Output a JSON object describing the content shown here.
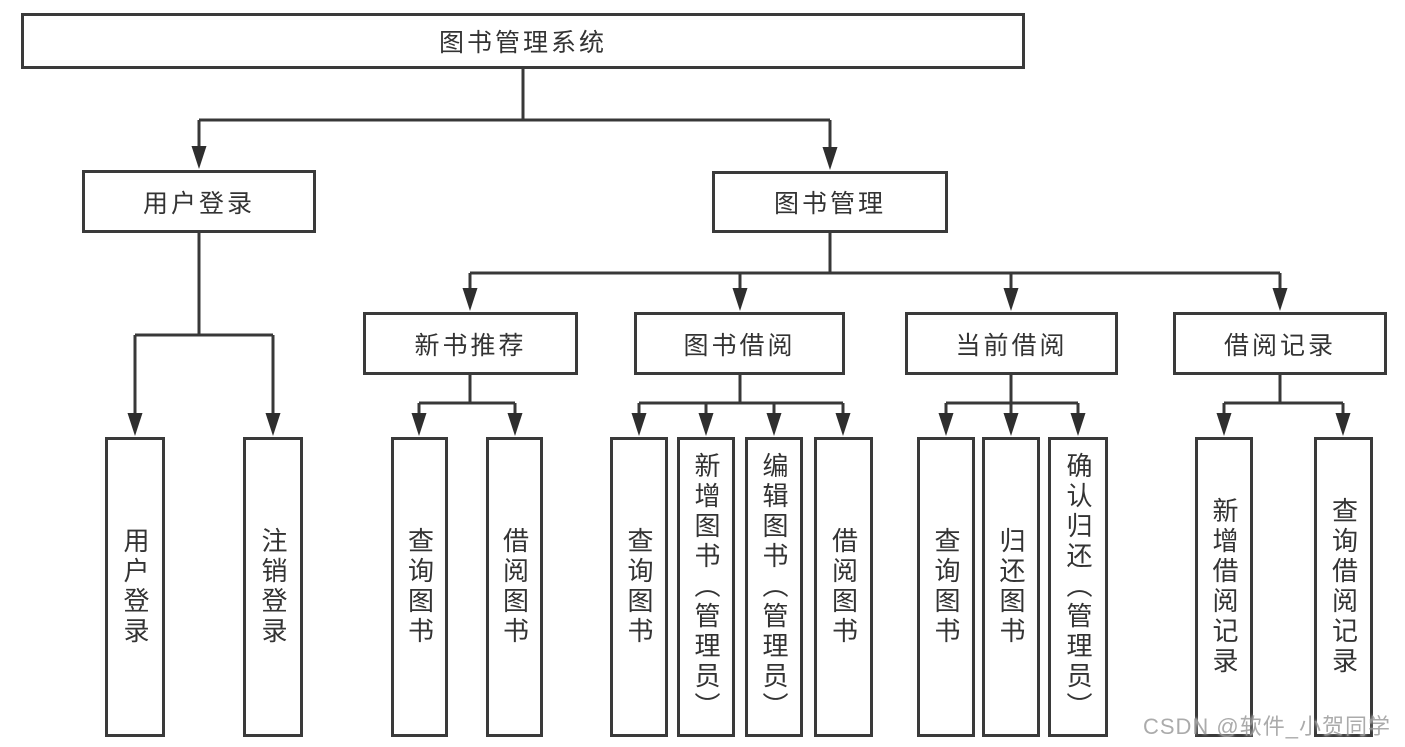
{
  "root_label": "图书管理系统",
  "level2": {
    "user_login": "用户登录",
    "book_mgmt": "图书管理"
  },
  "level3": {
    "new_books": "新书推荐",
    "borrowing": "图书借阅",
    "current": "当前借阅",
    "records": "借阅记录"
  },
  "leaves": {
    "user_login": [
      "用户登录",
      "注销登录"
    ],
    "new_books": [
      "查询图书",
      "借阅图书"
    ],
    "borrowing": [
      "查询图书",
      "新增图书（管理员）",
      "编辑图书（管理员）",
      "借阅图书"
    ],
    "current": [
      "查询图书",
      "归还图书",
      "确认归还（管理员）"
    ],
    "records": [
      "新增借阅记录",
      "查询借阅记录"
    ]
  },
  "watermark": "CSDN @软件_小贺同学",
  "colors": {
    "line": "#383838",
    "arrow": "#2e2e2e",
    "box_border": "#3a3a3a",
    "text": "#333333",
    "watermark": "#969696",
    "background": "#ffffff"
  }
}
